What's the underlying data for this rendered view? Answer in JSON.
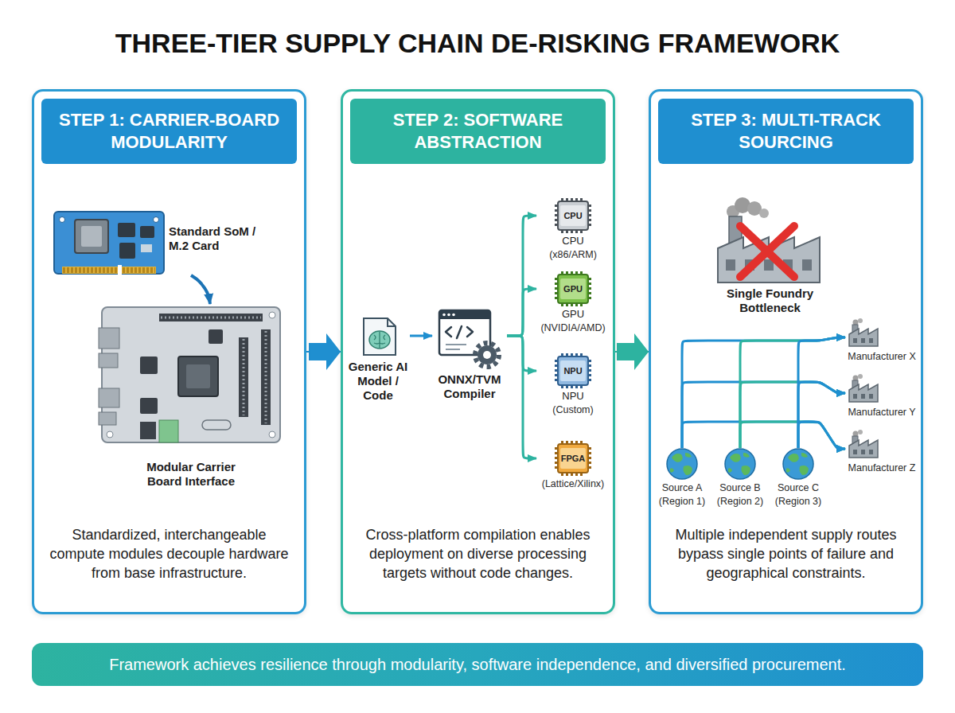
{
  "diagram": {
    "title": "THREE-TIER SUPPLY CHAIN DE-RISKING FRAMEWORK",
    "caption": "Framework achieves resilience through modularity, software independence, and diversified procurement.",
    "nodes": [
      {
        "text": [
          "STEP 1: CARRIER-BOARD MODULARITY",
          "Standardized, interchangeable compute modules decouple hardware from base infrastructure."
        ]
      },
      {
        "text": [
          "Standard SoM / M.2 Card"
        ],
        "in": 0
      },
      {
        "text": [
          "Modular Carrier Board Interface"
        ],
        "in": 0
      },
      {
        "text": [
          "STEP 2: SOFTWARE ABSTRACTION",
          "Cross-platform compilation enables deployment on diverse processing targets without code changes."
        ]
      },
      {
        "text": [
          "Generic AI Model / Code"
        ],
        "in": 3
      },
      {
        "text": [
          "ONNX/TVM Compiler"
        ],
        "in": 3
      },
      {
        "text": [
          "CPU",
          "CPU",
          "(x86/ARM)"
        ],
        "in": 3
      },
      {
        "text": [
          "GPU",
          "GPU",
          "(NVIDIA/AMD)"
        ],
        "in": 3
      },
      {
        "text": [
          "NPU",
          "NPU",
          "(Custom)"
        ],
        "in": 3
      },
      {
        "text": [
          "FPGA",
          "(Lattice/Xilinx)"
        ],
        "in": 3
      },
      {
        "text": [
          "STEP 3: MULTI-TRACK SOURCING",
          "Multiple independent supply routes bypass single points of failure and geographical constraints."
        ]
      },
      {
        "text": [
          "Single Foundry Bottleneck"
        ],
        "in": 10
      },
      {
        "text": [
          "Manufacturer X"
        ],
        "in": 10
      },
      {
        "text": [
          "Manufacturer Y"
        ],
        "in": 10
      },
      {
        "text": [
          "Manufacturer Z"
        ],
        "in": 10
      },
      {
        "text": [
          "Source A",
          "(Region 1)"
        ],
        "in": 10
      },
      {
        "text": [
          "Source B",
          "(Region 2)"
        ],
        "in": 10
      },
      {
        "text": [
          "Source C",
          "(Region 3)"
        ],
        "in": 10
      }
    ],
    "edges": [
      {
        "from": 0,
        "to": 3,
        "arrow": "to"
      },
      {
        "from": 3,
        "to": 10,
        "arrow": "to"
      },
      {
        "from": 1,
        "to": 2,
        "arrow": "to"
      },
      {
        "from": 4,
        "to": 5,
        "arrow": "to"
      },
      {
        "from": 5,
        "to": 6,
        "arrow": "to"
      },
      {
        "from": 5,
        "to": 7,
        "arrow": "to"
      },
      {
        "from": 5,
        "to": 8,
        "arrow": "to"
      },
      {
        "from": 5,
        "to": 9,
        "arrow": "to"
      },
      {
        "from": 15,
        "to": 12,
        "arrow": "to"
      },
      {
        "from": 15,
        "to": 13,
        "arrow": "to"
      },
      {
        "from": 15,
        "to": 14,
        "arrow": "to"
      },
      {
        "from": 16,
        "to": 12,
        "arrow": "to"
      },
      {
        "from": 16,
        "to": 13,
        "arrow": "to"
      },
      {
        "from": 16,
        "to": 14,
        "arrow": "to"
      },
      {
        "from": 17,
        "to": 12,
        "arrow": "to"
      },
      {
        "from": 17,
        "to": 13,
        "arrow": "to"
      },
      {
        "from": 17,
        "to": 14,
        "arrow": "to"
      }
    ]
  }
}
